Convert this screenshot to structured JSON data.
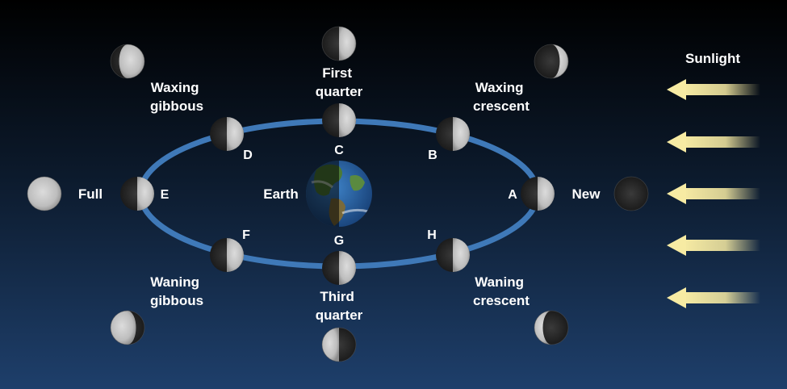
{
  "diagram": {
    "sunlight_label": "Sunlight",
    "earth_label": "Earth",
    "orbit_positions": [
      {
        "letter": "A",
        "phase": "New",
        "phase_line2": "",
        "light_from": "right",
        "visible_fraction": 0.0
      },
      {
        "letter": "B",
        "phase": "Waxing",
        "phase_line2": "crescent",
        "light_from": "right",
        "visible_fraction": 0.25
      },
      {
        "letter": "C",
        "phase": "First",
        "phase_line2": "quarter",
        "light_from": "right",
        "visible_fraction": 0.5
      },
      {
        "letter": "D",
        "phase": "Waxing",
        "phase_line2": "gibbous",
        "light_from": "right",
        "visible_fraction": 0.75
      },
      {
        "letter": "E",
        "phase": "Full",
        "phase_line2": "",
        "light_from": "right",
        "visible_fraction": 1.0
      },
      {
        "letter": "F",
        "phase": "Waning",
        "phase_line2": "gibbous",
        "light_from": "left",
        "visible_fraction": 0.75
      },
      {
        "letter": "G",
        "phase": "Third",
        "phase_line2": "quarter",
        "light_from": "left",
        "visible_fraction": 0.5
      },
      {
        "letter": "H",
        "phase": "Waning",
        "phase_line2": "crescent",
        "light_from": "left",
        "visible_fraction": 0.25
      }
    ],
    "arrow_count": 5,
    "colors": {
      "background_top": "#000000",
      "background_bottom": "#1e3f6b",
      "orbit": "#3f79b8",
      "arrow": "#f7eba3",
      "moon_light": "#c9c9c9",
      "moon_dark": "#262626",
      "text": "#ffffff"
    }
  }
}
